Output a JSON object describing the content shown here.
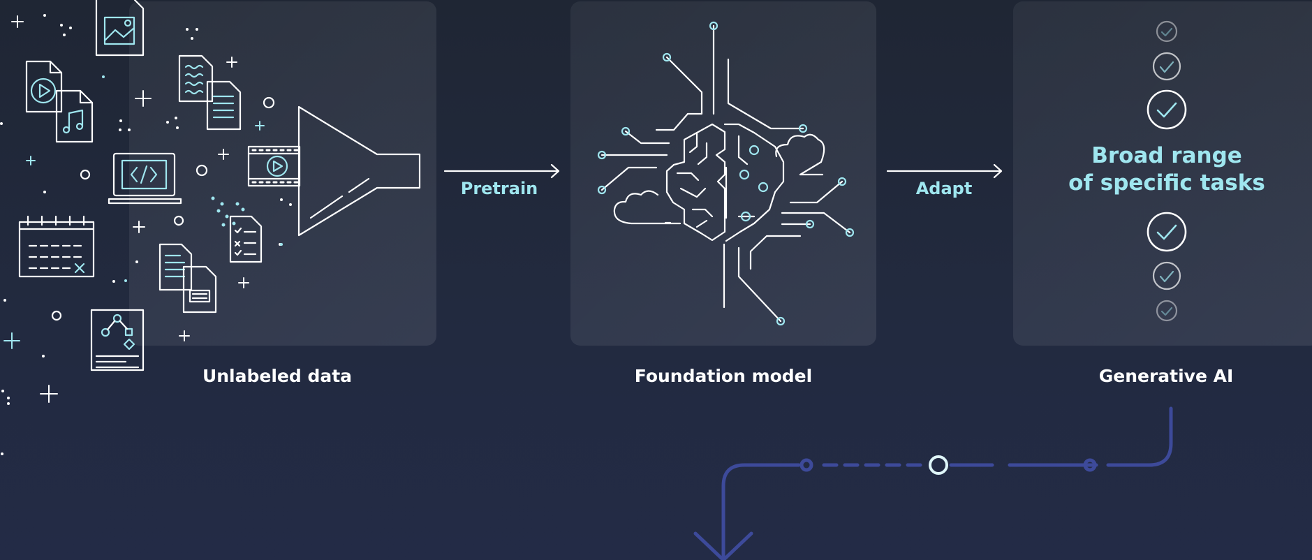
{
  "stages": {
    "unlabeled": {
      "label": "Unlabeled data"
    },
    "foundation": {
      "label": "Foundation model"
    },
    "generative": {
      "label": "Generative AI",
      "tasks_line1": "Broad range",
      "tasks_line2": "of specific tasks"
    }
  },
  "steps": {
    "pretrain": "Pretrain",
    "adapt": "Adapt"
  },
  "colors": {
    "accent": "#9fe6ef",
    "white": "#ffffff",
    "connector": "#3d4a9a"
  }
}
